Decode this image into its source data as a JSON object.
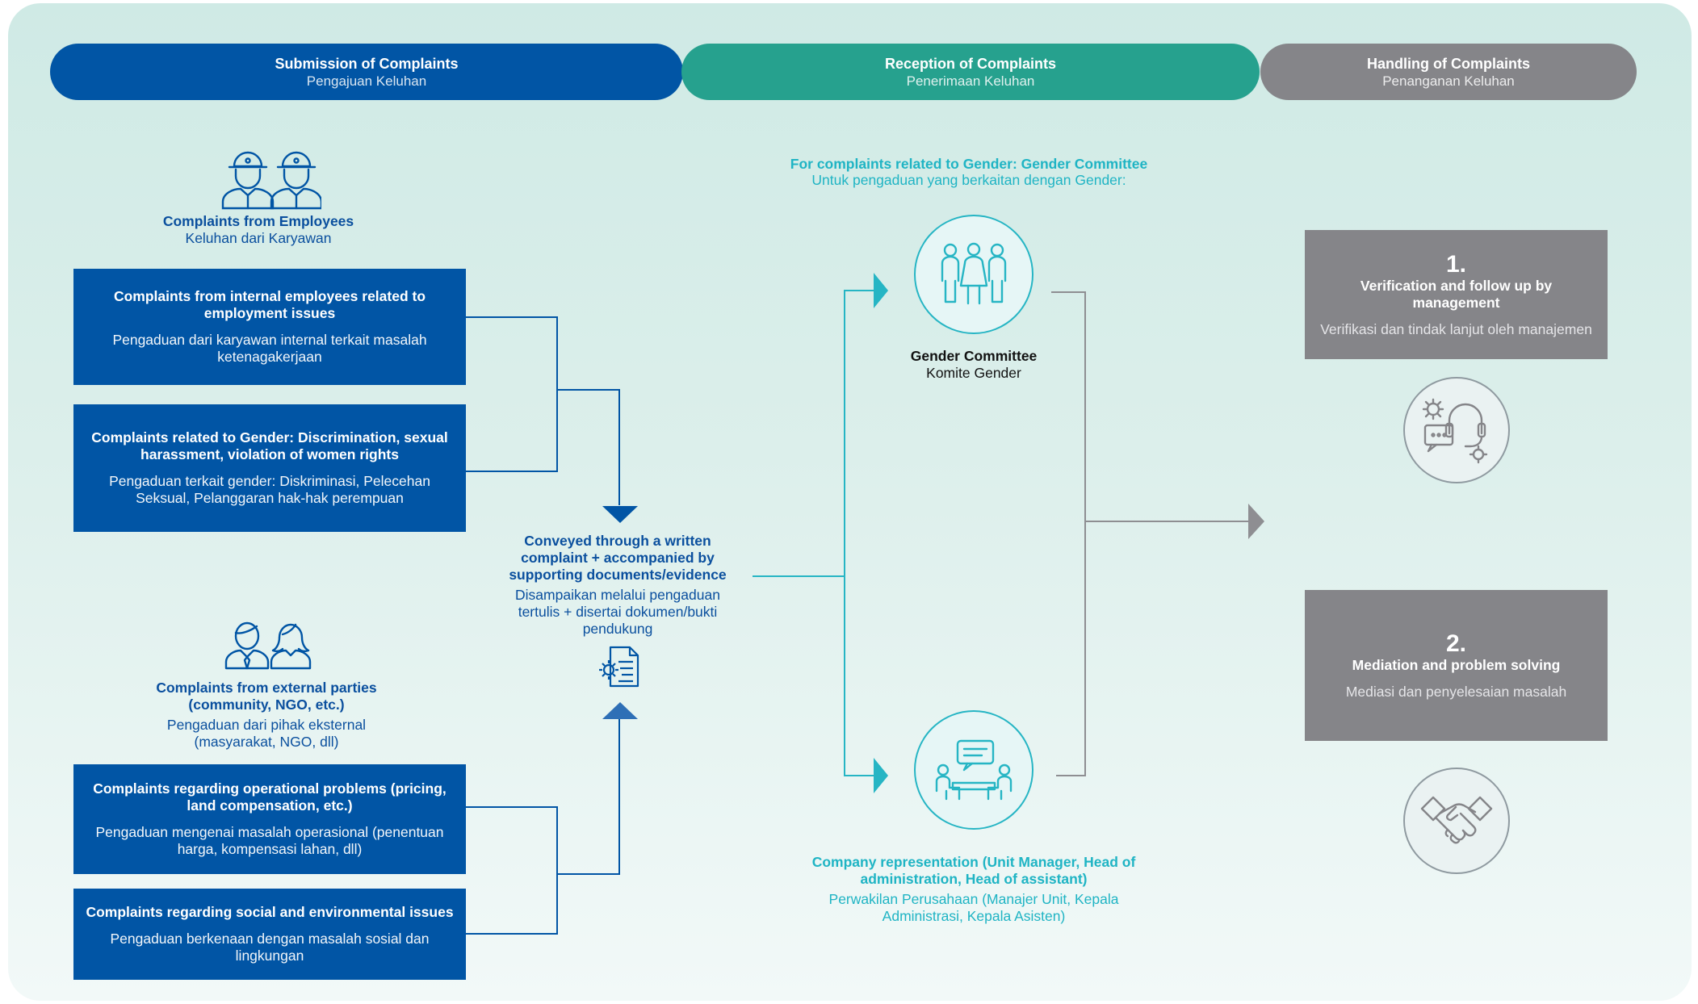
{
  "header": {
    "submission": {
      "title": "Submission of Complaints",
      "subtitle": "Pengajuan Keluhan"
    },
    "reception": {
      "title": "Reception of Complaints",
      "subtitle": "Penerimaan Keluhan"
    },
    "handling": {
      "title": "Handling of Complaints",
      "subtitle": "Penanganan Keluhan"
    }
  },
  "employees": {
    "title": "Complaints from Employees",
    "subtitle": "Keluhan dari Karyawan",
    "boxes": [
      {
        "title": "Complaints from internal employees related to employment issues",
        "subtitle": "Pengaduan dari karyawan internal terkait masalah ketenagakerjaan"
      },
      {
        "title": "Complaints related to Gender: Discrimination, sexual harassment, violation of women rights",
        "subtitle": "Pengaduan terkait gender: Diskriminasi, Pelecehan Seksual, Pelanggaran hak-hak perempuan"
      }
    ]
  },
  "external": {
    "title": "Complaints from external parties (community, NGO, etc.)",
    "subtitle": "Pengaduan dari pihak eksternal (masyarakat, NGO, dll)",
    "boxes": [
      {
        "title": "Complaints regarding operational problems (pricing, land compensation, etc.)",
        "subtitle": "Pengaduan mengenai masalah operasional (penentuan harga, kompensasi lahan, dll)"
      },
      {
        "title": "Complaints regarding social and environmental issues",
        "subtitle": "Pengaduan berkenaan dengan masalah sosial dan lingkungan"
      }
    ]
  },
  "conveyed": {
    "title": "Conveyed through a written complaint + accompanied by supporting documents/evidence",
    "subtitle": "Disampaikan melalui pengaduan tertulis + disertai dokumen/bukti pendukung"
  },
  "gender_note": {
    "title": "For complaints related to Gender: Gender Committee",
    "subtitle": "Untuk pengaduan yang berkaitan dengan Gender:"
  },
  "gender_committee": {
    "title": "Gender Committee",
    "subtitle": "Komite Gender"
  },
  "company_rep": {
    "title": "Company representation (Unit Manager, Head of administration, Head of assistant)",
    "subtitle": "Perwakilan Perusahaan (Manajer Unit, Kepala Administrasi, Kepala Asisten)"
  },
  "handling_steps": [
    {
      "number": "1.",
      "title": "Verification and follow up by management",
      "subtitle": "Verifikasi dan tindak lanjut oleh manajemen"
    },
    {
      "number": "2.",
      "title": "Mediation and problem solving",
      "subtitle": "Mediasi dan penyelesaian masalah"
    }
  ],
  "colors": {
    "blue": "#0155a5",
    "teal": "#26a18e",
    "grey": "#858589",
    "cyan": "#1fb4c4"
  },
  "icons": [
    "workers-icon",
    "external-people-icon",
    "document-gear-icon",
    "committee-people-icon",
    "meeting-table-icon",
    "support-headset-icon",
    "handshake-icon"
  ]
}
